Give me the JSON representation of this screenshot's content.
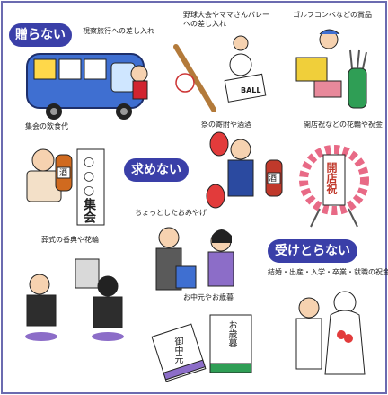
{
  "colors": {
    "badge_bg": "#3a3fa8",
    "badge_text": "#ffffff",
    "accent_red": "#e23b3b",
    "accent_pink": "#f4a6b8",
    "accent_blue": "#4a7cc9",
    "accent_green": "#55a868",
    "accent_yellow": "#f5d23d"
  },
  "sections": {
    "give": {
      "title": "贈らない"
    },
    "request": {
      "title": "求めない"
    },
    "receive": {
      "title": "受けとらない"
    }
  },
  "captions": {
    "bus": "視察旅行への差し入れ",
    "sports": "野球大会やママさんバレーへの差し入れ",
    "golf": "ゴルフコンペなどの賞品",
    "meeting": "集会の飲食代",
    "festival": "祭の寄附や酒酒",
    "flowers": "開店祝などの花輪や祝金",
    "funeral": "葬式の香典や花輪",
    "souvenir": "ちょっとしたおみやげ",
    "wedding": "結婚・出産・入学・卒業・就職の祝金",
    "gift": "お中元やお歳暮"
  },
  "signs": {
    "meeting_banner": "○○○集会",
    "flower_stand": "開店祝",
    "sake1": "酒",
    "sake2": "酒",
    "ball_box": "BALL",
    "gift_box1": "御中元",
    "gift_box2": "お歳暮"
  },
  "icons": [
    "bus",
    "baseball-bat",
    "volleyball",
    "golf-bag",
    "sake-bottle",
    "lantern",
    "flower-stand",
    "gift-box",
    "wedding-couple",
    "funeral-altar"
  ]
}
